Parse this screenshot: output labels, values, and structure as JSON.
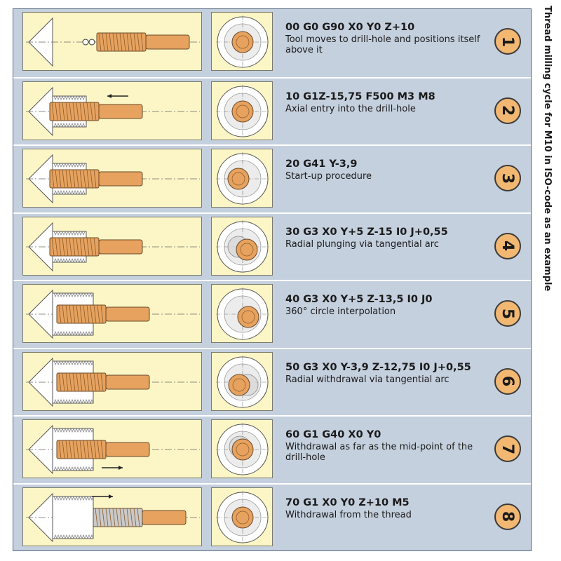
{
  "title": "Thread milling cycle for M10 in ISO-code as an example",
  "colors": {
    "panel": "#c5d0de",
    "diagram_bg": "#fcf6c6",
    "tool": "#e6a25e",
    "badge": "#f2b872"
  },
  "steps": [
    {
      "number": "1",
      "code": "00 G0 G90 X0 Y0 Z+10",
      "description": "Tool moves to drill-hole and positions itself above it"
    },
    {
      "number": "2",
      "code": "10 G1Z-15,75 F500 M3 M8",
      "description": "Axial entry into the drill-hole"
    },
    {
      "number": "3",
      "code": "20 G41 Y-3,9",
      "description": "Start-up procedure"
    },
    {
      "number": "4",
      "code": "30 G3 X0 Y+5 Z-15 I0 J+0,55",
      "description": "Radial plunging via tangential arc"
    },
    {
      "number": "5",
      "code": "40 G3 X0 Y+5 Z-13,5 I0 J0",
      "description": "360° circle interpolation"
    },
    {
      "number": "6",
      "code": "50 G3 X0 Y-3,9 Z-12,75 I0 J+0,55",
      "description": "Radial withdrawal via tangential arc"
    },
    {
      "number": "7",
      "code": "60 G1 G40 X0 Y0",
      "description": "Withdrawal as far as the mid-point of the drill-hole"
    },
    {
      "number": "8",
      "code": "70 G1 X0 Y0 Z+10 M5",
      "description": "Withdrawal from the thread"
    }
  ]
}
